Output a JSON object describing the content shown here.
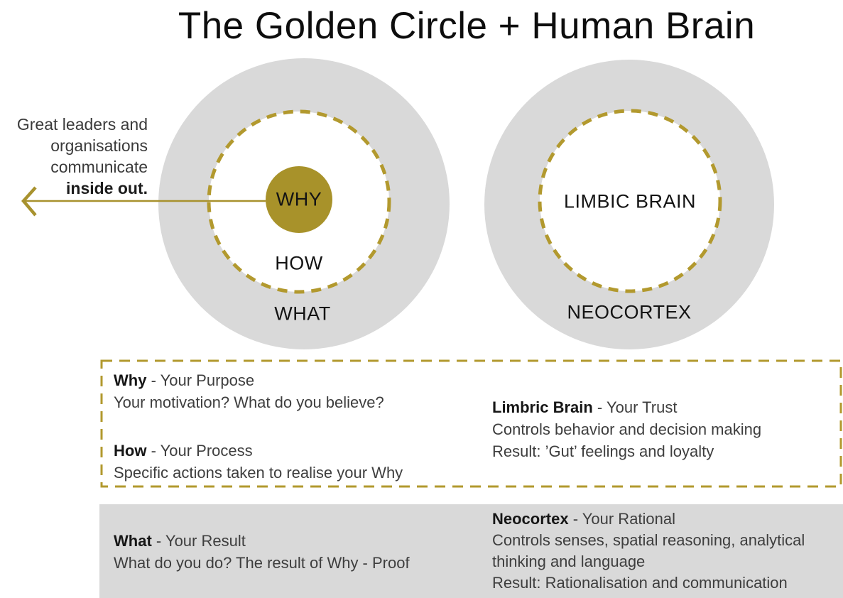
{
  "title": "The Golden Circle + Human Brain",
  "annotation": {
    "line1": "Great leaders and",
    "line2": "organisations",
    "line3": "communicate",
    "line4": "inside out."
  },
  "golden_circle": {
    "why_label": "WHY",
    "how_label": "HOW",
    "what_label": "WHAT"
  },
  "brain_circle": {
    "inner_label": "LIMBIC BRAIN",
    "outer_label": "NEOCORTEX"
  },
  "legend_dashed": {
    "why": {
      "term": "Why",
      "rest": " - Your Purpose",
      "desc": "Your motivation? What do you believe?"
    },
    "how": {
      "term": "How",
      "rest": " - Your Process",
      "desc": "Specific actions taken to realise your Why"
    },
    "limbic": {
      "term": "Limbric Brain",
      "rest": " - Your Trust",
      "desc1": "Controls behavior and decision making",
      "desc2": "Result: ’Gut’ feelings and loyalty"
    }
  },
  "legend_gray": {
    "what": {
      "term": "What",
      "rest": " - Your Result",
      "desc": "What do you do? The result of Why - Proof"
    },
    "neocortex": {
      "term": "Neocortex",
      "rest": " - Your Rational",
      "desc1": "Controls senses, spatial reasoning, analytical thinking and language",
      "desc2": "Result: Rationalisation and communication"
    }
  },
  "colors": {
    "gold_solid": "#a8922a",
    "gold_dash": "#b2992e",
    "circle_gray": "#d9d9d9",
    "box_gray": "#d9d9d9",
    "title_text": "#0d0d0d",
    "body_text": "#3e3e3e"
  }
}
